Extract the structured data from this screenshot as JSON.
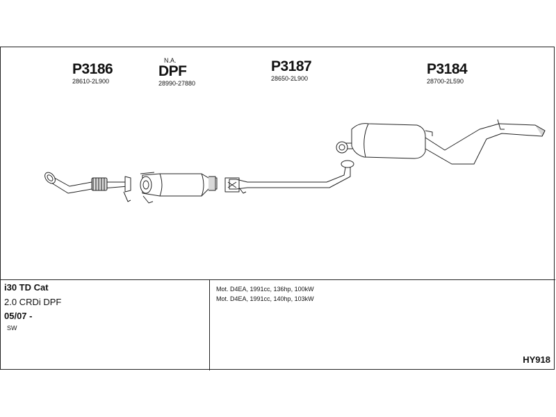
{
  "parts": [
    {
      "number": "P3186",
      "code": "28610-2L900"
    },
    {
      "number": "DPF",
      "note": "N.A.",
      "code": "28990-27880"
    },
    {
      "number": "P3187",
      "code": "28650-2L900"
    },
    {
      "number": "P3184",
      "code": "28700-2L590"
    }
  ],
  "vehicle": {
    "model": "i30 TD Cat",
    "engine": "2.0 CRDi DPF",
    "date": "05/07 -",
    "body": "SW"
  },
  "motors": [
    "Mot. D4EA, 1991cc, 136hp, 100kW",
    "Mot. D4EA, 1991cc, 140hp, 103kW"
  ],
  "system_code": "HY918",
  "colors": {
    "line": "#222222",
    "fill": "#ffffff",
    "shade": "#d8d8d8"
  }
}
